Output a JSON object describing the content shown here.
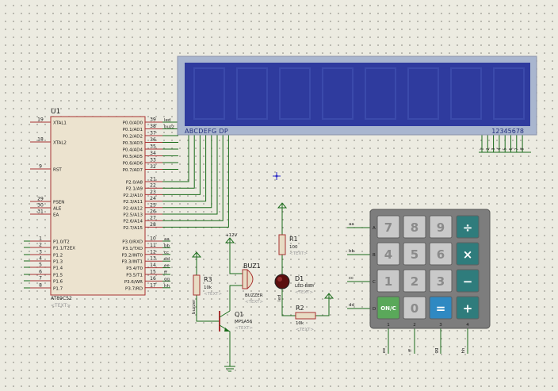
{
  "colors": {
    "background": "#ecebe1",
    "wire": "#1a6b1a",
    "body_red": "#a83333",
    "lcd_panel": "#2f3b9e",
    "lcd_frame": "#a9b6cf",
    "key_gray": "#c9c9c9",
    "key_teal": "#2f7c7c",
    "key_green": "#5aa85a",
    "keypad_body": "#7d7d7d"
  },
  "mcu": {
    "ref": "U1",
    "part": "AT89C52",
    "text_placeholder": "<TEXT>",
    "left_pins": [
      {
        "num": "19",
        "name": "XTAL1"
      },
      {
        "num": "18",
        "name": "XTAL2"
      },
      {
        "num": "9",
        "name": "RST"
      },
      {
        "num": "29",
        "name": "PSEN"
      },
      {
        "num": "30",
        "name": "ALE"
      },
      {
        "num": "31",
        "name": "EA"
      },
      {
        "num": "1",
        "name": "P1.0/T2"
      },
      {
        "num": "2",
        "name": "P1.1/T2EX"
      },
      {
        "num": "3",
        "name": "P1.2"
      },
      {
        "num": "4",
        "name": "P1.3"
      },
      {
        "num": "5",
        "name": "P1.4"
      },
      {
        "num": "6",
        "name": "P1.5"
      },
      {
        "num": "7",
        "name": "P1.6"
      },
      {
        "num": "8",
        "name": "P1.7"
      }
    ],
    "right_pins": [
      {
        "num": "39",
        "name": "P0.0/AD0",
        "net": "led"
      },
      {
        "num": "38",
        "name": "P0.1/AD1",
        "net": "buzz"
      },
      {
        "num": "37",
        "name": "P0.2/AD2",
        "net": ""
      },
      {
        "num": "36",
        "name": "P0.3/AD3",
        "net": ""
      },
      {
        "num": "35",
        "name": "P0.4/AD4",
        "net": ""
      },
      {
        "num": "34",
        "name": "P0.5/AD5",
        "net": ""
      },
      {
        "num": "33",
        "name": "P0.6/AD6",
        "net": ""
      },
      {
        "num": "32",
        "name": "P0.7/AD7",
        "net": ""
      },
      {
        "num": "21",
        "name": "P2.0/A8",
        "net": ""
      },
      {
        "num": "22",
        "name": "P2.1/A9",
        "net": ""
      },
      {
        "num": "23",
        "name": "P2.2/A10",
        "net": ""
      },
      {
        "num": "24",
        "name": "P2.3/A11",
        "net": ""
      },
      {
        "num": "25",
        "name": "P2.4/A12",
        "net": ""
      },
      {
        "num": "26",
        "name": "P2.5/A13",
        "net": ""
      },
      {
        "num": "27",
        "name": "P2.6/A14",
        "net": ""
      },
      {
        "num": "28",
        "name": "P2.7/A15",
        "net": ""
      },
      {
        "num": "10",
        "name": "P3.0/RXD",
        "net": "aa"
      },
      {
        "num": "11",
        "name": "P3.1/TXD",
        "net": "bb"
      },
      {
        "num": "12",
        "name": "P3.2/INT0",
        "net": "cc"
      },
      {
        "num": "13",
        "name": "P3.3/INT1",
        "net": "dd"
      },
      {
        "num": "14",
        "name": "P3.4/T0",
        "net": "ee"
      },
      {
        "num": "15",
        "name": "P3.5/T1",
        "net": "ff"
      },
      {
        "num": "16",
        "name": "P3.6/WR",
        "net": "gg"
      },
      {
        "num": "17",
        "name": "P3.7/RD",
        "net": "hh"
      }
    ]
  },
  "lcd": {
    "segments_label": "ABCDEFG DP",
    "digits_label": "12345678",
    "digit_pin_nets": [
      "1",
      "2",
      "3",
      "4",
      "5",
      "6",
      "7",
      "8"
    ]
  },
  "keypad": {
    "rows": [
      {
        "label": "A",
        "net": "aa",
        "keys": [
          "7",
          "8",
          "9",
          "÷"
        ]
      },
      {
        "label": "B",
        "net": "bb",
        "keys": [
          "4",
          "5",
          "6",
          "×"
        ]
      },
      {
        "label": "C",
        "net": "cc",
        "keys": [
          "1",
          "2",
          "3",
          "−"
        ]
      },
      {
        "label": "D",
        "net": "dd",
        "keys": [
          "ON/C",
          "0",
          "=",
          "+"
        ]
      }
    ],
    "columns": [
      {
        "label": "1",
        "net": "ee"
      },
      {
        "label": "2",
        "net": "ff"
      },
      {
        "label": "3",
        "net": "gg"
      },
      {
        "label": "4",
        "net": "hh"
      }
    ]
  },
  "components": {
    "r1": {
      "ref": "R1",
      "value": "100",
      "text": "<TEXT>"
    },
    "r2": {
      "ref": "R2",
      "value": "10k",
      "text": "<TEXT>"
    },
    "r3": {
      "ref": "R3",
      "value": "10k",
      "text": "<TEXT>"
    },
    "d1": {
      "ref": "D1",
      "value": "LED-BIBY",
      "text": "<TEXT>",
      "net": "led"
    },
    "buz1": {
      "ref": "BUZ1",
      "value": "BUZZER",
      "text": "<TEXT>"
    },
    "q1": {
      "ref": "Q1",
      "value": "MPSA56",
      "text": "<TEXT>"
    },
    "supply": "+12V",
    "buzz_net": "buzzer"
  }
}
